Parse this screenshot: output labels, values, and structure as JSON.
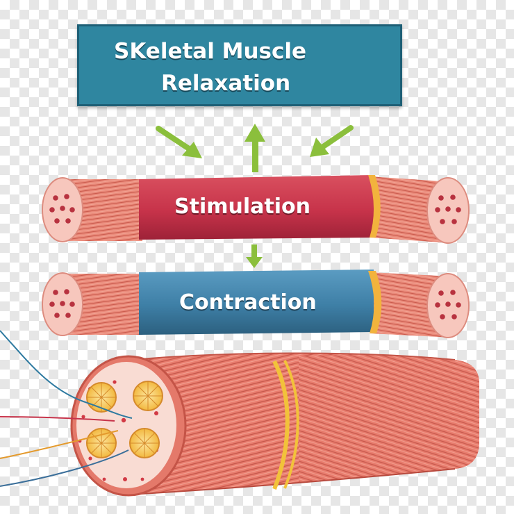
{
  "title": {
    "line1": "SKeletal Muscle",
    "line2": "Relaxation"
  },
  "stages": {
    "stimulation": "Stimulation",
    "contraction": "Contraction"
  },
  "colors": {
    "title_box": "#2f86a0",
    "stimulation_band": "#c7334a",
    "contraction_band": "#3e7fa6",
    "muscle_fiber": "#e6796c",
    "connective_ring": "#f2b33d",
    "arrow": "#8bbf3c"
  }
}
